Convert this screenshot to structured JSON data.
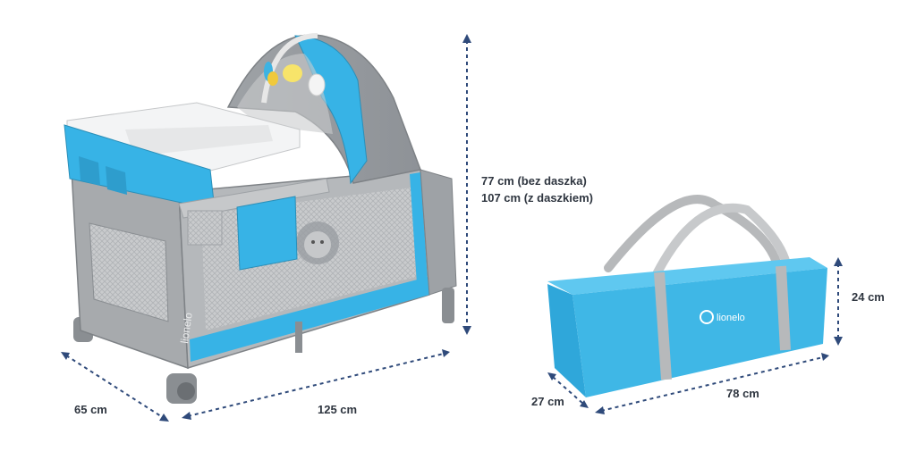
{
  "brand": {
    "bag_logo_text": "lionelo",
    "crib_side_text": "lionelo"
  },
  "dimensions": {
    "crib_height_without_canopy": "77 cm (bez daszka)",
    "crib_height_with_canopy": "107 cm (z daszkiem)",
    "crib_depth": "65 cm",
    "crib_length": "125 cm",
    "bag_height": "24 cm",
    "bag_depth": "27 cm",
    "bag_length": "78 cm"
  },
  "colors": {
    "accent_blue": "#37b3e6",
    "light_blue": "#5fc8f0",
    "grey_fabric": "#a9acaf",
    "dark_grey": "#6f7378",
    "dimension_line": "#2f4a7a",
    "strap_grey": "#b7b9bb"
  }
}
